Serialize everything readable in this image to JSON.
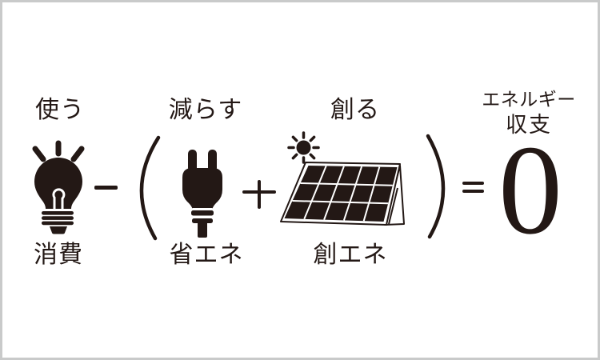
{
  "colors": {
    "ink": "#231815",
    "background": "#ffffff",
    "border": "#c9caca"
  },
  "equation": {
    "consume": {
      "top_label": "使う",
      "bottom_label": "消費",
      "icon": "lightbulb-icon"
    },
    "reduce": {
      "top_label": "減らす",
      "bottom_label": "省エネ",
      "icon": "plug-icon"
    },
    "create": {
      "top_label": "創る",
      "bottom_label": "創エネ",
      "icon": "solar-panel-icon"
    },
    "operators": {
      "minus": "−",
      "plus": "+",
      "equals": "=",
      "paren_open": "(",
      "paren_close": ")"
    },
    "result": {
      "title_line1": "エネルギー",
      "title_line2": "収支",
      "value": "0"
    }
  }
}
